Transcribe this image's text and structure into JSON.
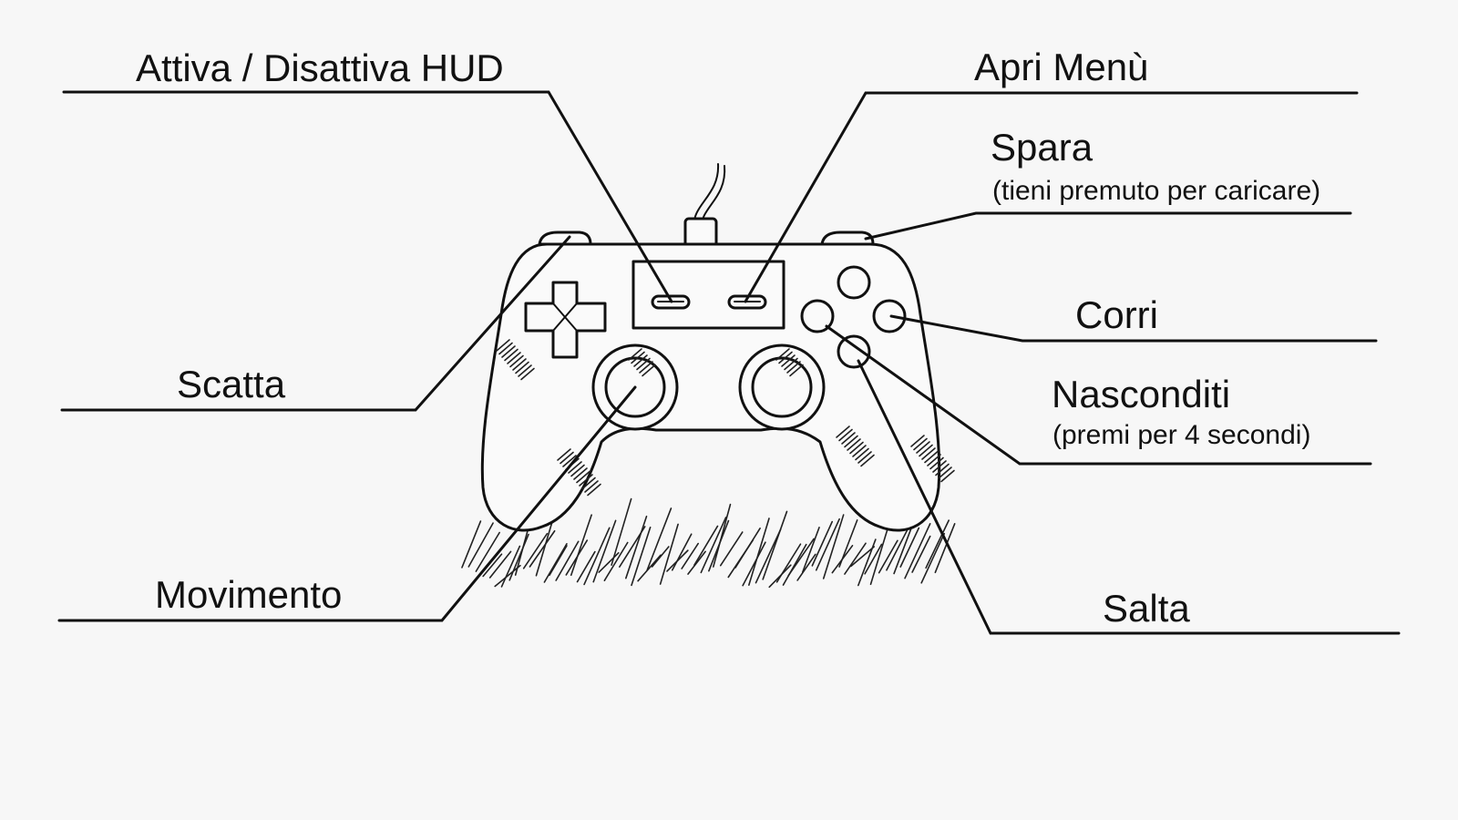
{
  "labels": {
    "toggle_hud": "Attiva / Disattiva HUD",
    "open_menu": "Apri Menù",
    "shoot": "Spara",
    "shoot_note": "(tieni premuto per caricare)",
    "run": "Corri",
    "hide": "Nasconditi",
    "hide_note": "(premi per 4 secondi)",
    "jump": "Salta",
    "snap": "Scatta",
    "movement": "Movimento"
  },
  "colors": {
    "background": "#f7f7f7",
    "ink": "#111111"
  }
}
